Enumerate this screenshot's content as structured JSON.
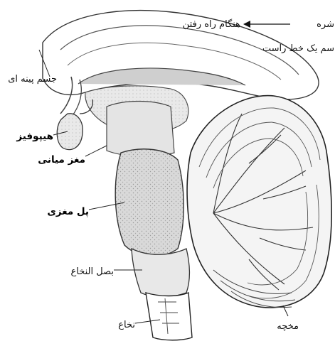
{
  "top_text": {
    "line1_right": "هنگام راه رفتن",
    "line1_left": "شره",
    "line2": "سم یک خط راست"
  },
  "labels": {
    "corpus_callosum": "جسم پینه ای",
    "pituitary": "هیپوفیز",
    "midbrain": "مغز میانی",
    "pons": "پل مغزی",
    "medulla": "بصل النخاع",
    "spinal_cord": "نخاع",
    "cerebellum": "مخچه"
  }
}
